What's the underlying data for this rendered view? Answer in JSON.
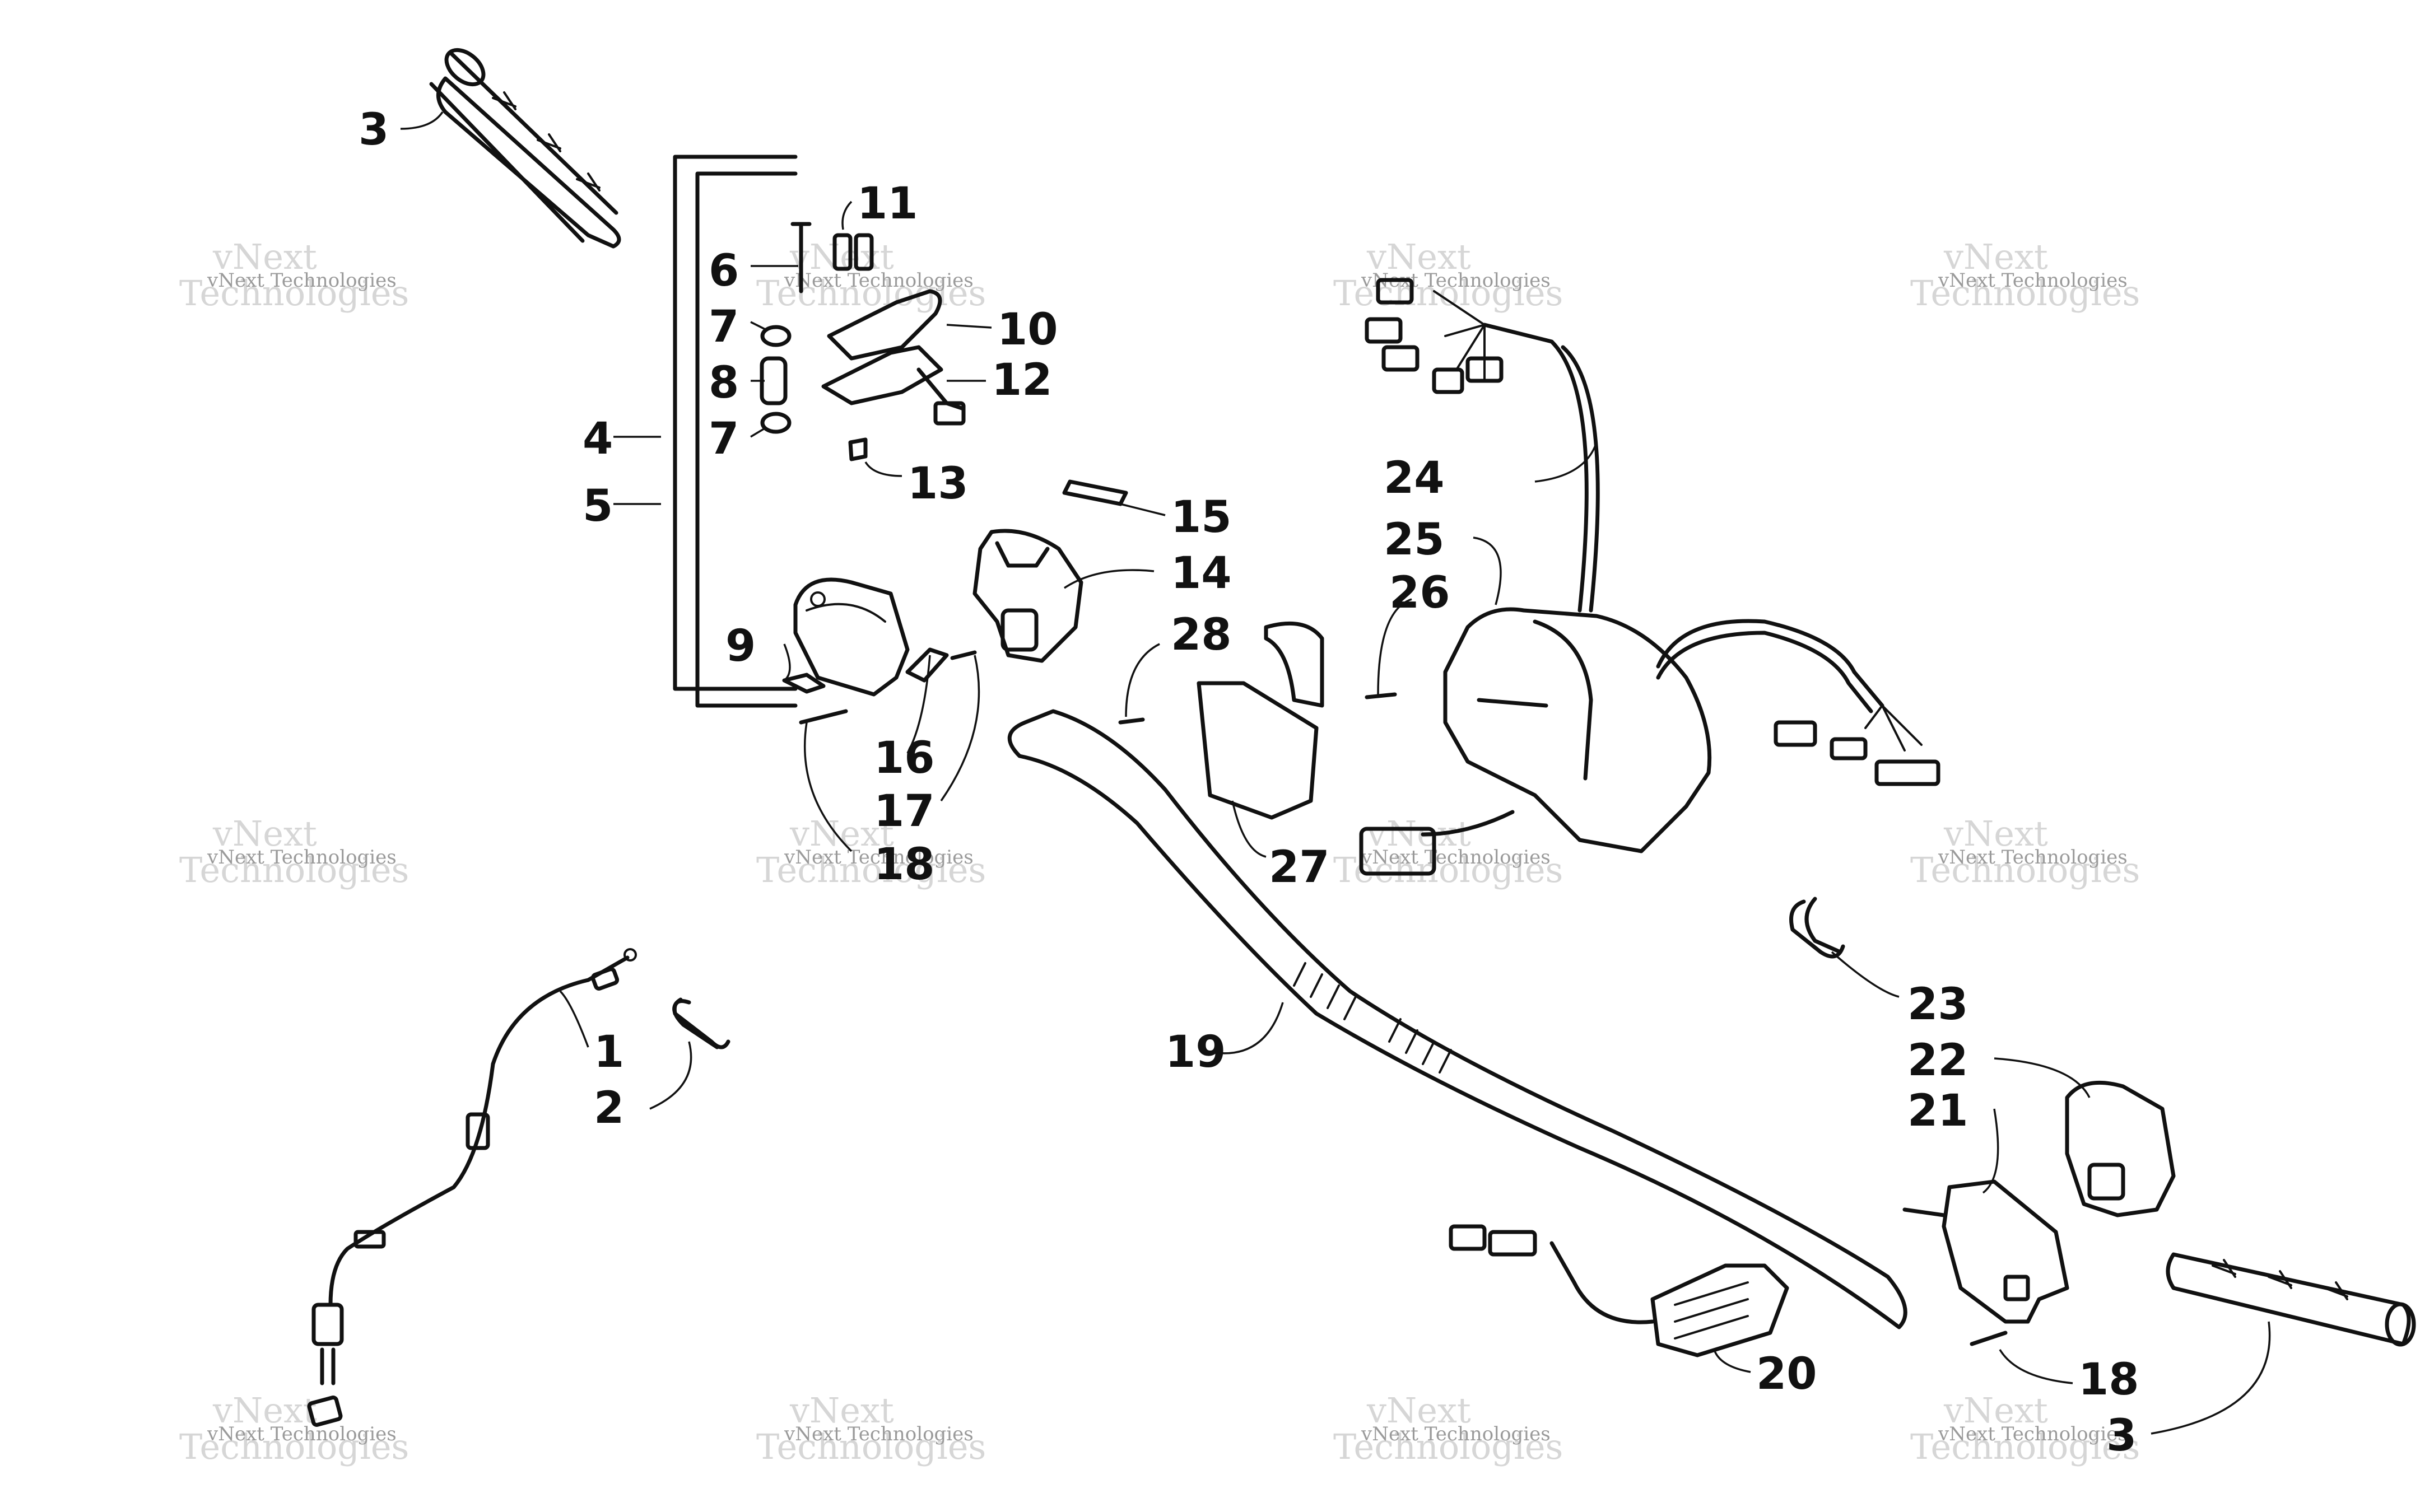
{
  "watermark": {
    "line1": "vNext",
    "line2": "Technologies",
    "small": "vNext Technologies"
  },
  "callouts": [
    {
      "id": "c3a",
      "text": "3"
    },
    {
      "id": "c11",
      "text": "11"
    },
    {
      "id": "c6",
      "text": "6"
    },
    {
      "id": "c10",
      "text": "10"
    },
    {
      "id": "c7a",
      "text": "7"
    },
    {
      "id": "c8",
      "text": "8"
    },
    {
      "id": "c12",
      "text": "12"
    },
    {
      "id": "c7b",
      "text": "7"
    },
    {
      "id": "c4",
      "text": "4"
    },
    {
      "id": "c13",
      "text": "13"
    },
    {
      "id": "c5",
      "text": "5"
    },
    {
      "id": "c15",
      "text": "15"
    },
    {
      "id": "c14",
      "text": "14"
    },
    {
      "id": "c9",
      "text": "9"
    },
    {
      "id": "c16",
      "text": "16"
    },
    {
      "id": "c17",
      "text": "17"
    },
    {
      "id": "c18a",
      "text": "18"
    },
    {
      "id": "c24",
      "text": "24"
    },
    {
      "id": "c25",
      "text": "25"
    },
    {
      "id": "c26",
      "text": "26"
    },
    {
      "id": "c28",
      "text": "28"
    },
    {
      "id": "c27",
      "text": "27"
    },
    {
      "id": "c23",
      "text": "23"
    },
    {
      "id": "c19",
      "text": "19"
    },
    {
      "id": "c1",
      "text": "1"
    },
    {
      "id": "c2",
      "text": "2"
    },
    {
      "id": "c22",
      "text": "22"
    },
    {
      "id": "c21",
      "text": "21"
    },
    {
      "id": "c20",
      "text": "20"
    },
    {
      "id": "c18b",
      "text": "18"
    },
    {
      "id": "c3b",
      "text": "3"
    }
  ]
}
